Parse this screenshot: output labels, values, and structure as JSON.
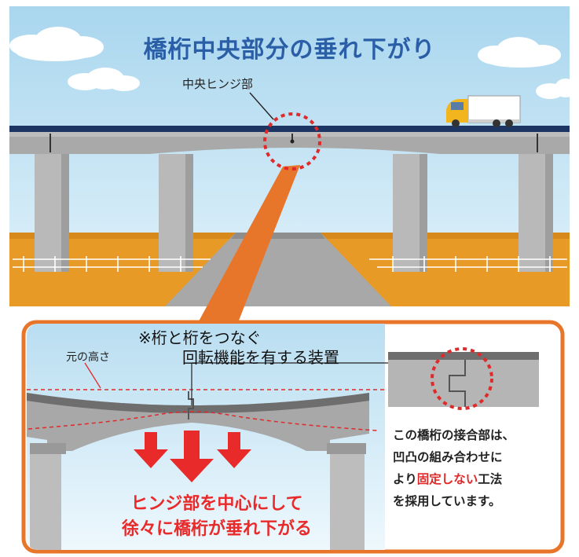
{
  "title": "橋桁中央部分の垂れ下がり",
  "labels": {
    "hinge": "中央ヒンジ部",
    "original_height": "元の高さ",
    "device_note": [
      "※桁と桁をつなぐ",
      "回転機能を有する装置"
    ]
  },
  "explanation": {
    "line1": "この橋桁の接合部は、",
    "line2": "凹凸の組み合わせに",
    "line3_before": "より",
    "line3_highlight": "固定しない",
    "line3_after": "工法",
    "line4": "を採用しています。"
  },
  "caption": {
    "line1": "ヒンジ部を中心にして",
    "line2": "徐々に橋桁が垂れ下がる"
  },
  "colors": {
    "title": "#2a5fa8",
    "accent_orange": "#e8762a",
    "ground_orange": "#e89a26",
    "highlight_red": "#e02a2a",
    "deck_navy": "#1c3563",
    "sky": "#cfe7f4"
  }
}
